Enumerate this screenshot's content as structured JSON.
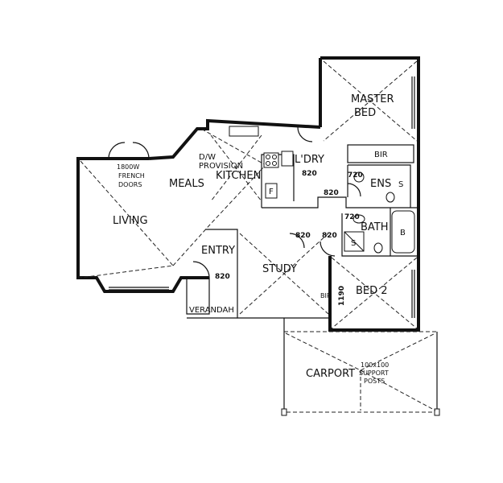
{
  "plan": {
    "rooms": {
      "master_bed": [
        "MASTER",
        "BED"
      ],
      "bir": "BIR",
      "ens": "ENS",
      "laundry": "L'DRY",
      "kitchen": "KITCHEN",
      "dw": [
        "D/W",
        "PROVISION"
      ],
      "meals": "MEALS",
      "french_doors": [
        "1800W",
        "FRENCH",
        "DOORS"
      ],
      "living": "LIVING",
      "entry": "ENTRY",
      "study": "STUDY",
      "bath": "BATH",
      "bed2": "BED 2",
      "bir_small": "BIR",
      "verandah": "VERANDAH",
      "carport": "CARPORT",
      "support": [
        "100x100",
        "SUPPORT",
        "POSTS"
      ]
    },
    "dims": {
      "laundry_door": "820",
      "ens_door": "720",
      "hall_door": "820",
      "bath_door": "720",
      "study_door": "820",
      "bed2_door": "820",
      "entry_door": "820",
      "robe_height": "1190"
    },
    "fixtures": {
      "shower": "S",
      "bath_tub": "B",
      "ens_shower": "S",
      "fridge": "F"
    }
  }
}
